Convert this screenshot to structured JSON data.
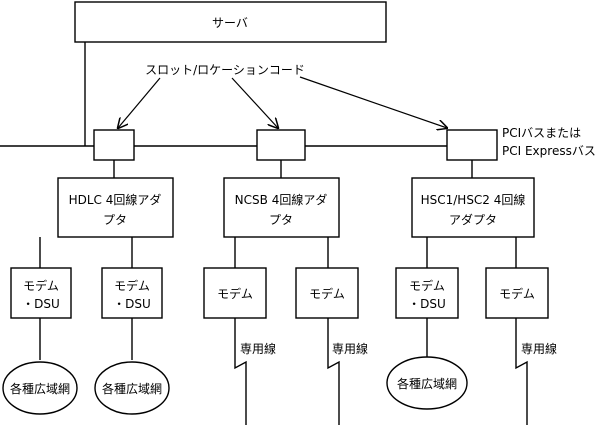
{
  "server": {
    "label": "サーバ"
  },
  "slot_label": "スロット/ロケーションコード",
  "bus_label": {
    "line1": "PCIバスまたは",
    "line2": "PCI Expressバス"
  },
  "adapters": [
    {
      "line1": "HDLC 4回線アダ",
      "line2": "プタ"
    },
    {
      "line1": "NCSB 4回線アダ",
      "line2": "プタ"
    },
    {
      "line1": "HSC1/HSC2 4回線",
      "line2": "アダプタ"
    }
  ],
  "devices": [
    {
      "line1": "モデム",
      "line2": "・DSU"
    },
    {
      "line1": "モデム",
      "line2": "・DSU"
    },
    {
      "line1": "モデム",
      "line2": ""
    },
    {
      "line1": "モデム",
      "line2": ""
    },
    {
      "line1": "モデム",
      "line2": "・DSU"
    },
    {
      "line1": "モデム",
      "line2": ""
    }
  ],
  "networks": [
    "各種広域網",
    "各種広域網",
    "各種広域網"
  ],
  "leased_lines": [
    "専用線",
    "専用線",
    "専用線"
  ]
}
